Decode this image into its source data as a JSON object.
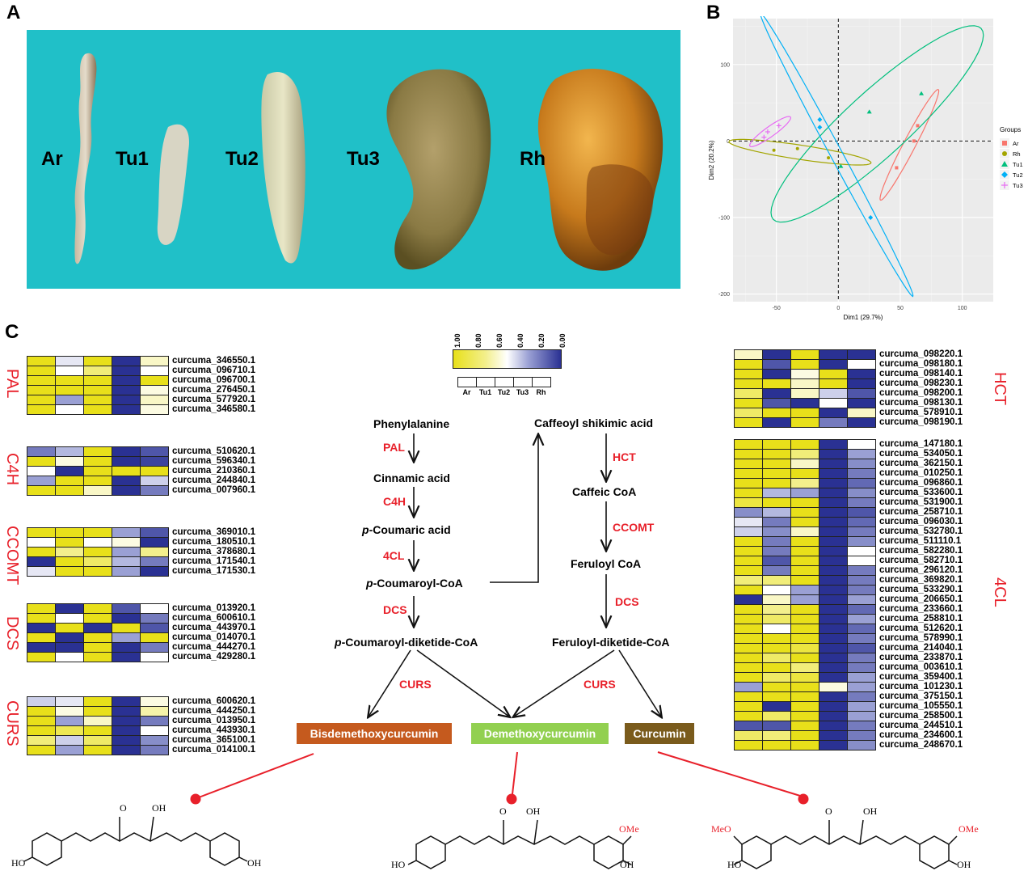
{
  "panels": {
    "a": "A",
    "b": "B",
    "c": "C"
  },
  "photo": {
    "labels": [
      "Ar",
      "Tu1",
      "Tu2",
      "Tu3",
      "Rh"
    ]
  },
  "chart_data": {
    "type": "scatter",
    "xlabel": "Dim1 (29.7%)",
    "ylabel": "Dim2 (20.2%)",
    "xlim": [
      -85,
      125
    ],
    "ylim": [
      -210,
      160
    ],
    "xticks": [
      -50,
      0,
      50,
      100
    ],
    "yticks": [
      100,
      0,
      -100,
      -200
    ],
    "legend_title": "Groups",
    "legend_position": "right",
    "series": [
      {
        "name": "Ar",
        "color": "#f8766d",
        "marker": "square",
        "points": [
          [
            64,
            20
          ],
          [
            61,
            0
          ],
          [
            47,
            -35
          ]
        ]
      },
      {
        "name": "Rh",
        "color": "#a3a500",
        "marker": "circle",
        "points": [
          [
            -52,
            -12
          ],
          [
            -33,
            -10
          ],
          [
            -8,
            -22
          ]
        ]
      },
      {
        "name": "Tu1",
        "color": "#00bf7d",
        "marker": "triangle",
        "points": [
          [
            67,
            62
          ],
          [
            25,
            38
          ],
          [
            2,
            -33
          ]
        ]
      },
      {
        "name": "Tu2",
        "color": "#00b0f6",
        "marker": "diamond",
        "points": [
          [
            -15,
            28
          ],
          [
            -15,
            18
          ],
          [
            26,
            -100
          ]
        ]
      },
      {
        "name": "Tu3",
        "color": "#e76bf3",
        "marker": "plus",
        "points": [
          [
            -48,
            20
          ],
          [
            -57,
            12
          ],
          [
            -60,
            5
          ]
        ]
      }
    ]
  },
  "colorbar": {
    "ticks": [
      "1.00",
      "0.80",
      "0.60",
      "0.40",
      "0.20",
      "0.00"
    ],
    "samples": [
      "Ar",
      "Tu1",
      "Tu2",
      "Tu3",
      "Rh"
    ]
  },
  "left_groups": [
    {
      "name": "PAL",
      "genes": [
        "curcuma_346550.1",
        "curcuma_096710.1",
        "curcuma_096700.1",
        "curcuma_276450.1",
        "curcuma_577920.1",
        "curcuma_346580.1"
      ],
      "values": [
        [
          1,
          0.45,
          1,
          0,
          0.6
        ],
        [
          1,
          0.5,
          0.75,
          0,
          0.5
        ],
        [
          1,
          1,
          1,
          0,
          1
        ],
        [
          1,
          1,
          1,
          0,
          0.55
        ],
        [
          1,
          0.3,
          1,
          0,
          0.6
        ],
        [
          1,
          0.5,
          1,
          0,
          0.55
        ]
      ]
    },
    {
      "name": "C4H",
      "genes": [
        "curcuma_510620.1",
        "curcuma_596340.1",
        "curcuma_210360.1",
        "curcuma_244840.1",
        "curcuma_007960.1"
      ],
      "values": [
        [
          0.2,
          0.35,
          1,
          0,
          0.1
        ],
        [
          1,
          0.55,
          1,
          0,
          0.05
        ],
        [
          0.5,
          0,
          1,
          1,
          1
        ],
        [
          0.3,
          1,
          1,
          0,
          0.4
        ],
        [
          1,
          1,
          0.6,
          0,
          0.2
        ]
      ]
    },
    {
      "name": "CCOMT",
      "genes": [
        "curcuma_369010.1",
        "curcuma_180510.1",
        "curcuma_378680.1",
        "curcuma_171540.1",
        "curcuma_171530.1"
      ],
      "values": [
        [
          1,
          1,
          1,
          0.3,
          0.1
        ],
        [
          0.5,
          1,
          0.5,
          0.55,
          0
        ],
        [
          1,
          0.7,
          1,
          0.3,
          0.7
        ],
        [
          0,
          1,
          0.8,
          0.35,
          0.2
        ],
        [
          0.45,
          1,
          1,
          0.3,
          0
        ]
      ]
    },
    {
      "name": "DCS",
      "genes": [
        "curcuma_013920.1",
        "curcuma_600610.1",
        "curcuma_443970.1",
        "curcuma_014070.1",
        "curcuma_444270.1",
        "curcuma_429280.1"
      ],
      "values": [
        [
          1,
          0,
          1,
          0.1,
          0.5
        ],
        [
          1,
          0.5,
          1,
          0,
          0.2
        ],
        [
          0,
          1,
          0,
          1,
          0.1
        ],
        [
          1,
          0,
          1,
          0.3,
          1
        ],
        [
          0,
          0,
          1,
          0,
          0.2
        ],
        [
          1,
          0.5,
          1,
          0,
          0.5
        ]
      ]
    },
    {
      "name": "CURS",
      "genes": [
        "curcuma_600620.1",
        "curcuma_444250.1",
        "curcuma_013950.1",
        "curcuma_443930.1",
        "curcuma_365100.1",
        "curcuma_014100.1"
      ],
      "values": [
        [
          0.4,
          0.45,
          1,
          0,
          0.55
        ],
        [
          1,
          0.55,
          1,
          0,
          0.65
        ],
        [
          1,
          0.3,
          0.6,
          0,
          0.2
        ],
        [
          1,
          0.85,
          1,
          0,
          0.5
        ],
        [
          0.75,
          0.4,
          0.8,
          0,
          0.25
        ],
        [
          1,
          0.3,
          1,
          0,
          0.2
        ]
      ]
    }
  ],
  "right_groups": [
    {
      "name": "HCT",
      "genes": [
        "curcuma_098220.1",
        "curcuma_098180.1",
        "curcuma_098140.1",
        "curcuma_098230.1",
        "curcuma_098200.1",
        "curcuma_098130.1",
        "curcuma_578910.1",
        "curcuma_098190.1"
      ],
      "values": [
        [
          0.6,
          0,
          1,
          0,
          0
        ],
        [
          1,
          0.1,
          1,
          0,
          0.5
        ],
        [
          1,
          0,
          0.55,
          1,
          0
        ],
        [
          1,
          1,
          0.6,
          1,
          0
        ],
        [
          0.8,
          0,
          0.6,
          0.4,
          0.1
        ],
        [
          1,
          0.1,
          0,
          0.5,
          0
        ],
        [
          0.8,
          1,
          1,
          0,
          0.6
        ],
        [
          1,
          0,
          1,
          0.2,
          0
        ]
      ]
    },
    {
      "name": "4CL",
      "genes": [
        "curcuma_147180.1",
        "curcuma_534050.1",
        "curcuma_362150.1",
        "curcuma_010250.1",
        "curcuma_096860.1",
        "curcuma_533600.1",
        "curcuma_531900.1",
        "curcuma_258710.1",
        "curcuma_096030.1",
        "curcuma_532780.1",
        "curcuma_511110.1",
        "curcuma_582280.1",
        "curcuma_582710.1",
        "curcuma_296120.1",
        "curcuma_369820.1",
        "curcuma_533290.1",
        "curcuma_206650.1",
        "curcuma_233660.1",
        "curcuma_258810.1",
        "curcuma_512620.1",
        "curcuma_578990.1",
        "curcuma_214040.1",
        "curcuma_233870.1",
        "curcuma_003610.1",
        "curcuma_359400.1",
        "curcuma_101230.1",
        "curcuma_375150.1",
        "curcuma_105550.1",
        "curcuma_258500.1",
        "curcuma_244510.1",
        "curcuma_234600.1",
        "curcuma_248670.1"
      ],
      "values": [
        [
          1,
          1,
          1,
          0,
          0.5
        ],
        [
          1,
          1,
          0.75,
          0,
          0.3
        ],
        [
          1,
          1,
          0.6,
          0,
          0.25
        ],
        [
          1,
          1,
          1,
          0,
          0.2
        ],
        [
          1,
          1,
          0.7,
          0,
          0.15
        ],
        [
          1,
          0.35,
          0.3,
          0,
          0.25
        ],
        [
          0.9,
          1,
          1,
          0,
          0.2
        ],
        [
          0.25,
          0.35,
          1,
          0,
          0.1
        ],
        [
          0.45,
          0.2,
          1,
          0,
          0.15
        ],
        [
          0.4,
          0.25,
          0.6,
          0,
          0.2
        ],
        [
          1,
          0.2,
          1,
          0,
          0.25
        ],
        [
          1,
          0.2,
          1,
          0,
          0.5
        ],
        [
          1,
          0.1,
          1,
          0,
          0.5
        ],
        [
          1,
          0.2,
          1,
          0,
          0.2
        ],
        [
          0.75,
          0.75,
          1,
          0,
          0.2
        ],
        [
          1,
          0.5,
          0.3,
          0,
          0.2
        ],
        [
          0,
          0.6,
          0.3,
          0,
          0.3
        ],
        [
          1,
          0.7,
          1,
          0,
          0.15
        ],
        [
          1,
          0.8,
          1,
          0,
          0.3
        ],
        [
          1,
          0.5,
          1,
          0,
          0.15
        ],
        [
          1,
          1,
          1,
          0,
          0.2
        ],
        [
          1,
          1,
          0.9,
          0,
          0.1
        ],
        [
          1,
          0.8,
          1,
          0,
          0.2
        ],
        [
          1,
          1,
          0.75,
          0,
          0.2
        ],
        [
          1,
          0.8,
          0.9,
          0,
          0.3
        ],
        [
          0.3,
          1,
          1,
          0.55,
          0.3
        ],
        [
          1,
          1,
          1,
          0,
          0.2
        ],
        [
          1,
          0,
          1,
          0,
          0.3
        ],
        [
          1,
          0.8,
          1,
          0,
          0.3
        ],
        [
          0.1,
          0.1,
          1,
          0,
          0.2
        ],
        [
          0.8,
          0.75,
          1,
          0,
          0.2
        ],
        [
          1,
          1,
          1,
          0,
          0.25
        ]
      ]
    }
  ],
  "pathway": {
    "phe": "Phenylalanine",
    "pal": "PAL",
    "cin": "Cinnamic acid",
    "c4h": "C4H",
    "pcou_p": "p",
    "pcou_s": "-Coumaric acid",
    "fourcl": "4CL",
    "pcoa_p": "p",
    "pcoa_s": "-Coumaroyl-CoA",
    "dcs1": "DCS",
    "pdk_p": "p",
    "pdk_s": "-Coumaroyl-diketide-CoA",
    "csa": "Caffeoyl shikimic acid",
    "hct": "HCT",
    "caf": "Caffeic CoA",
    "ccomt": "CCOMT",
    "fer": "Feruloyl CoA",
    "dcs2": "DCS",
    "fdk": "Feruloyl-diketide-CoA",
    "curs1": "CURS",
    "curs2": "CURS"
  },
  "products": {
    "bdmc": "Bisdemethoxycurcumin",
    "dmc": "Demethoxycurcumin",
    "cur": "Curcumin",
    "bdmc_color": "#c55a1e",
    "dmc_color": "#92d050",
    "cur_color": "#7a5b1c"
  },
  "structures": {
    "o": "O",
    "oh": "OH",
    "ho": "HO",
    "ome": "OMe",
    "meo": "MeO"
  }
}
